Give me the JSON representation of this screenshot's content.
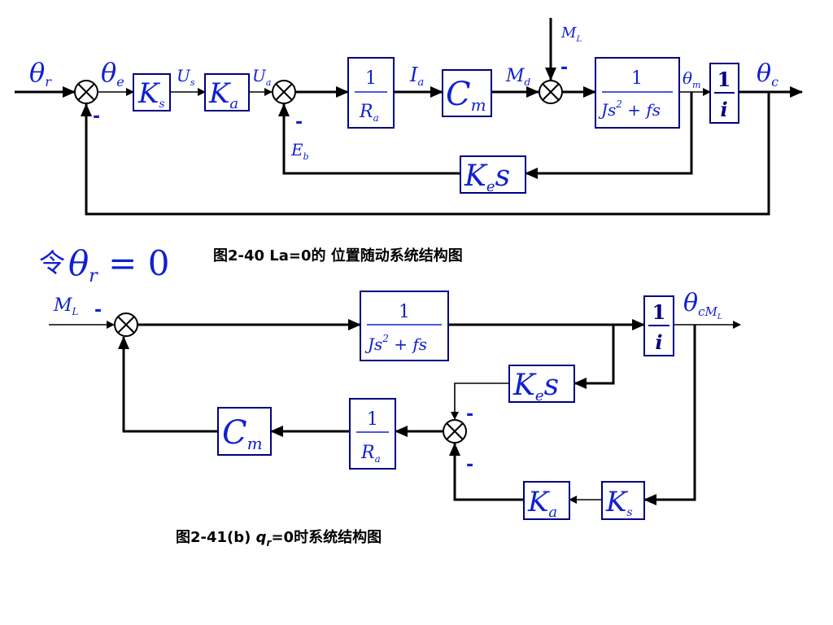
{
  "diagram1": {
    "caption": "图2-40   La=0的 位置随动系统结构图",
    "signals": {
      "theta_r": {
        "main": "θ",
        "sub": "r"
      },
      "theta_e": {
        "main": "θ",
        "sub": "e"
      },
      "U_s": {
        "main": "U",
        "sub": "s"
      },
      "U_a": {
        "main": "U",
        "sub": "a"
      },
      "I_a": {
        "main": "I",
        "sub": "a"
      },
      "M_d": {
        "main": "M",
        "sub": "d"
      },
      "M_L": {
        "main": "M",
        "sub": "L"
      },
      "theta_m": {
        "main": "θ",
        "sub": "m"
      },
      "theta_c": {
        "main": "θ",
        "sub": "c"
      },
      "E_b": {
        "main": "E",
        "sub": "b"
      }
    },
    "blocks": {
      "Ks": {
        "main": "K",
        "sub": "s"
      },
      "Ka": {
        "main": "K",
        "sub": "a"
      },
      "inv_Ra": {
        "num": "1",
        "den_main": "R",
        "den_sub": "a"
      },
      "Cm": {
        "main": "C",
        "sub": "m"
      },
      "plant": {
        "num": "1",
        "den_a": "Js",
        "den_exp": "2",
        "den_b": " + fs"
      },
      "inv_i": {
        "num": "1",
        "den": "i"
      },
      "Kes": {
        "main": "K",
        "sub": "e",
        "tail": "s"
      }
    },
    "signs": {
      "feedback_outer": "-",
      "feedback_emf": "-",
      "load": "-"
    }
  },
  "condition": {
    "prefix": "令",
    "var": "θ",
    "sub": "r",
    "eq": " = 0"
  },
  "diagram2": {
    "caption_prefix": "图2-41(b) ",
    "caption_var": "q",
    "caption_sub": "r",
    "caption_suffix": "=0时系统结构图",
    "signals": {
      "M_L": {
        "main": "M",
        "sub": "L"
      },
      "output": {
        "main": "θ",
        "sub": "cM",
        "subsub": "L"
      }
    },
    "blocks": {
      "plant": {
        "num": "1",
        "den_a": "Js",
        "den_exp": "2",
        "den_b": " + fs"
      },
      "inv_i": {
        "num": "1",
        "den": "i"
      },
      "Kes": {
        "main": "K",
        "sub": "e",
        "tail": "s"
      },
      "inv_Ra": {
        "num": "1",
        "den_main": "R",
        "den_sub": "a"
      },
      "Cm": {
        "main": "C",
        "sub": "m"
      },
      "Ka": {
        "main": "K",
        "sub": "a"
      },
      "Ks": {
        "main": "K",
        "sub": "s"
      }
    },
    "signs": {
      "load": "-",
      "emf": "-",
      "position": "-"
    }
  }
}
